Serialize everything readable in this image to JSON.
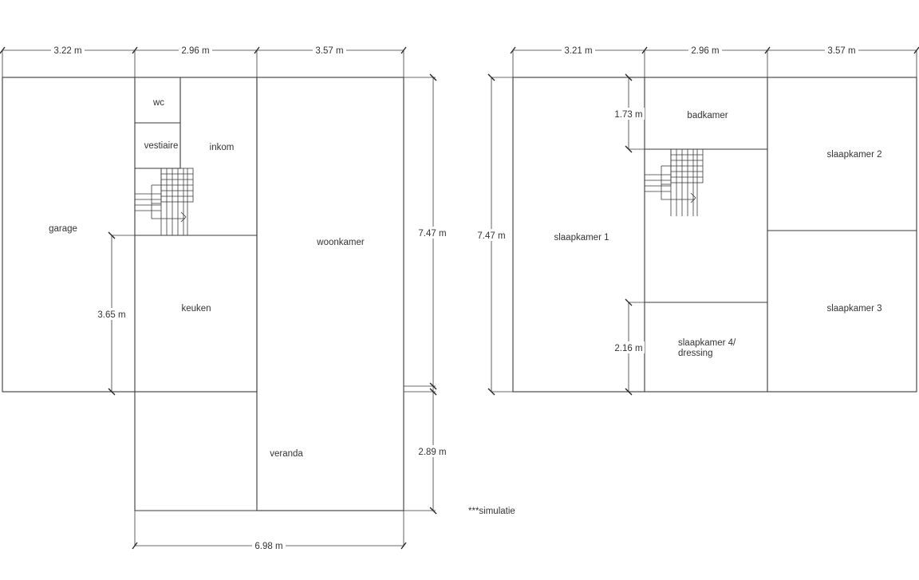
{
  "ground_floor": {
    "rooms": {
      "garage": "garage",
      "wc": "wc",
      "vestiaire": "vestiaire",
      "inkom": "inkom",
      "keuken": "keuken",
      "woonkamer": "woonkamer",
      "veranda": "veranda"
    },
    "dimensions": {
      "top_1": "3.22 m",
      "top_2": "2.96 m",
      "top_3": "3.57 m",
      "right_upper": "7.47 m",
      "right_lower": "2.89 m",
      "left_keuken": "3.65 m",
      "bottom": "6.98 m"
    }
  },
  "first_floor": {
    "rooms": {
      "slaapkamer_1": "slaapkamer 1",
      "badkamer": "badkamer",
      "slaapkamer_2": "slaapkamer 2",
      "slaapkamer_3": "slaapkamer 3",
      "slaapkamer_4_line1": "slaapkamer 4/",
      "slaapkamer_4_line2": "dressing"
    },
    "dimensions": {
      "top_1": "3.21 m",
      "top_2": "2.96 m",
      "top_3": "3.57 m",
      "left": "7.47 m",
      "badkamer_height": "1.73 m",
      "slaapkamer4_height": "2.16 m"
    }
  },
  "note": "***simulatie"
}
